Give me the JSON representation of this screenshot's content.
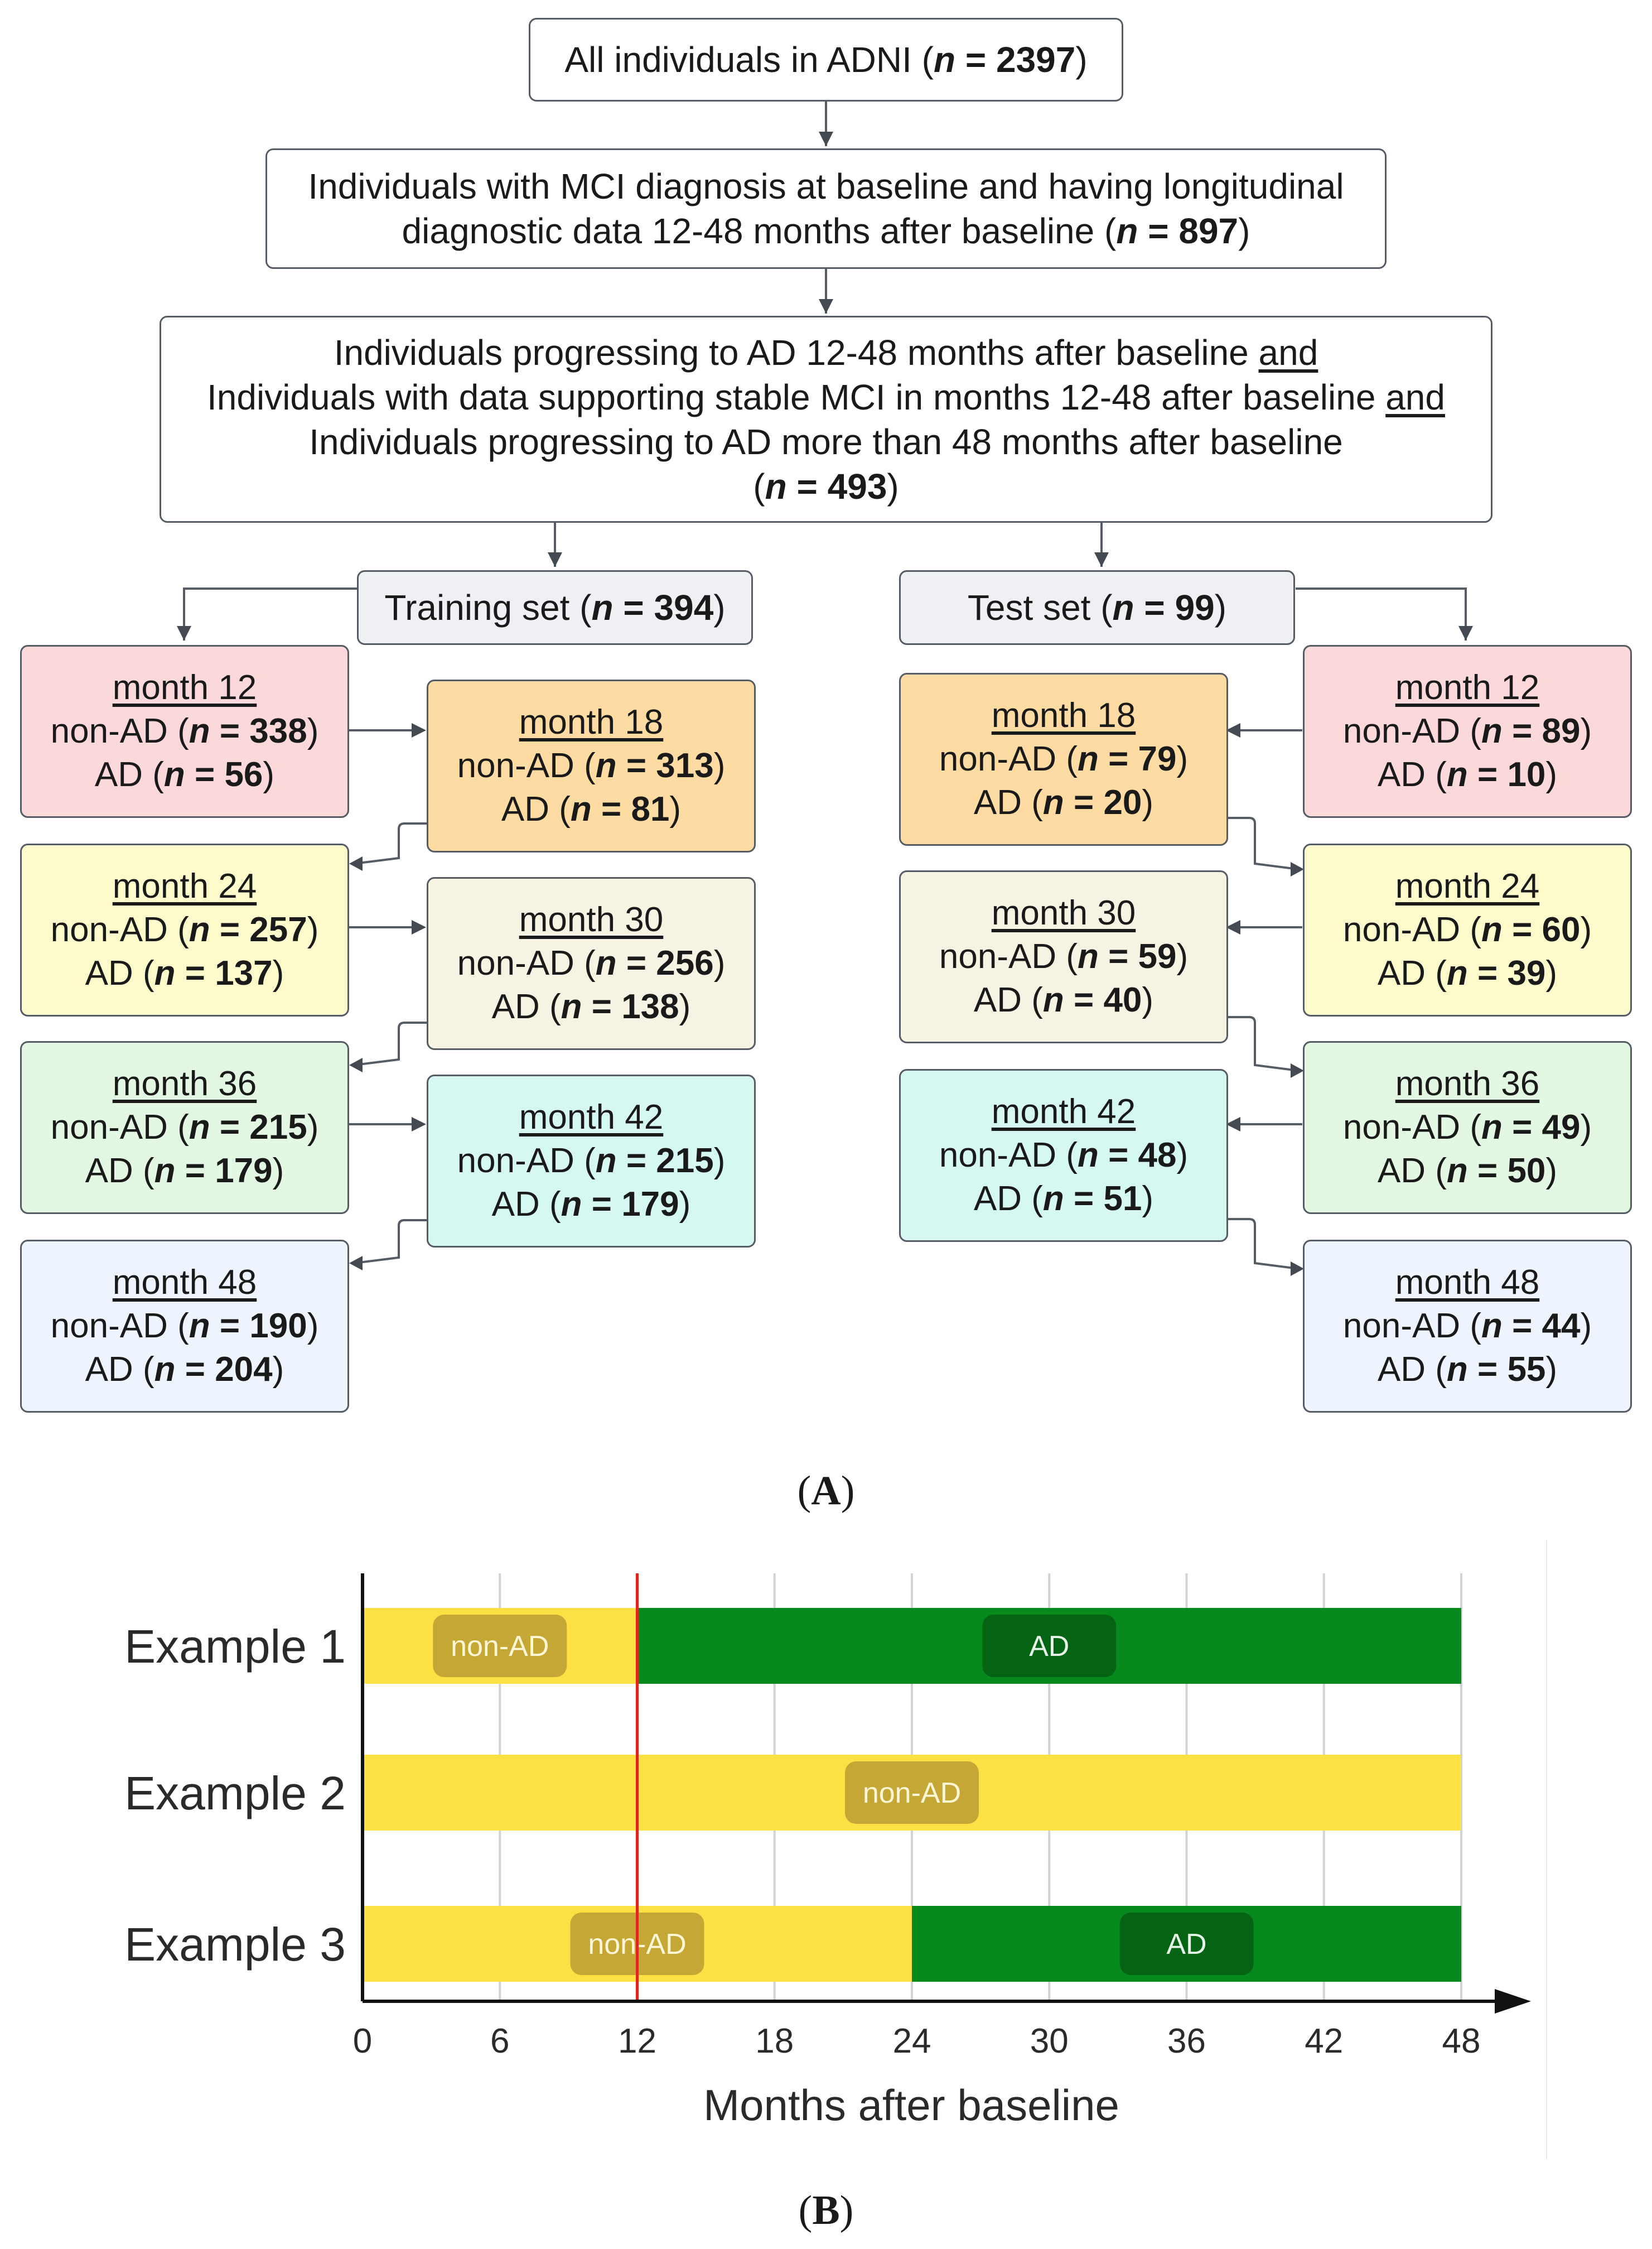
{
  "flow": {
    "root": {
      "prefix": "All individuals in ADNI (",
      "n": "n",
      "eq": " = 2397",
      "suffix": ")"
    },
    "mci": {
      "line1": "Individuals with MCI diagnosis at baseline and having longitudinal",
      "line2_prefix": "diagnostic data 12-48 months after baseline (",
      "n": "n",
      "eq": " = 897",
      "suffix": ")"
    },
    "cohort": {
      "line1_text": "Individuals progressing to AD 12-48 months after baseline ",
      "line2_text": "Individuals with data supporting stable MCI in months 12-48 after baseline ",
      "and": "and",
      "line3": "Individuals progressing to AD more than 48 months after baseline",
      "line4_prefix": "(",
      "n": "n",
      "eq": " = 493",
      "suffix": ")"
    },
    "training": {
      "label": "Training set (",
      "n": "n",
      "eq": " = 394",
      "suffix": ")",
      "months": [
        {
          "title": "month 12",
          "nonad_prefix": "non-AD (",
          "nonad_n": "n",
          "nonad_eq": " = 338",
          "ad_prefix": "AD (",
          "ad_n": "n",
          "ad_eq": " = 56",
          "close": ")"
        },
        {
          "title": "month 18",
          "nonad_prefix": "non-AD (",
          "nonad_n": "n",
          "nonad_eq": " = 313",
          "ad_prefix": "AD (",
          "ad_n": "n",
          "ad_eq": " = 81",
          "close": ")"
        },
        {
          "title": "month 24",
          "nonad_prefix": "non-AD (",
          "nonad_n": "n",
          "nonad_eq": " = 257",
          "ad_prefix": "AD (",
          "ad_n": "n",
          "ad_eq": " = 137",
          "close": ")"
        },
        {
          "title": "month 30",
          "nonad_prefix": "non-AD (",
          "nonad_n": "n",
          "nonad_eq": " = 256",
          "ad_prefix": "AD (",
          "ad_n": "n",
          "ad_eq": " = 138",
          "close": ")"
        },
        {
          "title": "month 36",
          "nonad_prefix": "non-AD (",
          "nonad_n": "n",
          "nonad_eq": " = 215",
          "ad_prefix": "AD (",
          "ad_n": "n",
          "ad_eq": " = 179",
          "close": ")"
        },
        {
          "title": "month 42",
          "nonad_prefix": "non-AD (",
          "nonad_n": "n",
          "nonad_eq": " = 215",
          "ad_prefix": "AD (",
          "ad_n": "n",
          "ad_eq": " = 179",
          "close": ")"
        },
        {
          "title": "month 48",
          "nonad_prefix": "non-AD (",
          "nonad_n": "n",
          "nonad_eq": " = 190",
          "ad_prefix": "AD (",
          "ad_n": "n",
          "ad_eq": " = 204",
          "close": ")"
        }
      ]
    },
    "test": {
      "label": "Test set (",
      "n": "n",
      "eq": " = 99",
      "suffix": ")",
      "months": [
        {
          "title": "month 12",
          "nonad_prefix": "non-AD (",
          "nonad_n": "n",
          "nonad_eq": " = 89",
          "ad_prefix": "AD (",
          "ad_n": "n",
          "ad_eq": " = 10",
          "close": ")"
        },
        {
          "title": "month 18",
          "nonad_prefix": "non-AD (",
          "nonad_n": "n",
          "nonad_eq": " = 79",
          "ad_prefix": "AD (",
          "ad_n": "n",
          "ad_eq": " = 20",
          "close": ")"
        },
        {
          "title": "month 24",
          "nonad_prefix": "non-AD (",
          "nonad_n": "n",
          "nonad_eq": " = 60",
          "ad_prefix": "AD (",
          "ad_n": "n",
          "ad_eq": " = 39",
          "close": ")"
        },
        {
          "title": "month 30",
          "nonad_prefix": "non-AD (",
          "nonad_n": "n",
          "nonad_eq": " = 59",
          "ad_prefix": "AD (",
          "ad_n": "n",
          "ad_eq": " = 40",
          "close": ")"
        },
        {
          "title": "month 36",
          "nonad_prefix": "non-AD (",
          "nonad_n": "n",
          "nonad_eq": " = 49",
          "ad_prefix": "AD (",
          "ad_n": "n",
          "ad_eq": " = 50",
          "close": ")"
        },
        {
          "title": "month 42",
          "nonad_prefix": "non-AD (",
          "nonad_n": "n",
          "nonad_eq": " = 48",
          "ad_prefix": "AD (",
          "ad_n": "n",
          "ad_eq": " = 51",
          "close": ")"
        },
        {
          "title": "month 48",
          "nonad_prefix": "non-AD (",
          "nonad_n": "n",
          "nonad_eq": " = 44",
          "ad_prefix": "AD (",
          "ad_n": "n",
          "ad_eq": " = 55",
          "close": ")"
        }
      ]
    },
    "month_colors": [
      "#fbd9db",
      "#fddba3",
      "#fdfbcc",
      "#f6f3e2",
      "#e3f8e2",
      "#d6f8f2",
      "#eef4fe"
    ]
  },
  "panel_labels": {
    "a_open": "(",
    "a": "A",
    "a_close": ")",
    "b_open": "(",
    "b": "B",
    "b_close": ")"
  },
  "timeline": {
    "x_axis_label": "Months after baseline",
    "ticks": [
      0,
      6,
      12,
      18,
      24,
      30,
      36,
      42,
      48
    ],
    "xlim": [
      0,
      48
    ],
    "cutoff_month": 12,
    "rows": [
      {
        "label": "Example 1",
        "segments": [
          {
            "start": 0,
            "end": 12,
            "state": "non-AD",
            "pill_center": 6
          },
          {
            "start": 12,
            "end": 48,
            "state": "AD",
            "pill_center": 30
          }
        ]
      },
      {
        "label": "Example 2",
        "segments": [
          {
            "start": 0,
            "end": 48,
            "state": "non-AD",
            "pill_center": 24
          }
        ]
      },
      {
        "label": "Example 3",
        "segments": [
          {
            "start": 0,
            "end": 24,
            "state": "non-AD",
            "pill_center": 12
          },
          {
            "start": 24,
            "end": 48,
            "state": "AD",
            "pill_center": 36
          }
        ]
      }
    ],
    "colors": {
      "non-AD": "#fde144",
      "AD": "#078a1c",
      "non-AD_pill": "#c5a736",
      "AD_pill": "#056314",
      "cutoff": "#e0251b",
      "grid": "#cfd3d8",
      "axis": "#111111"
    }
  }
}
